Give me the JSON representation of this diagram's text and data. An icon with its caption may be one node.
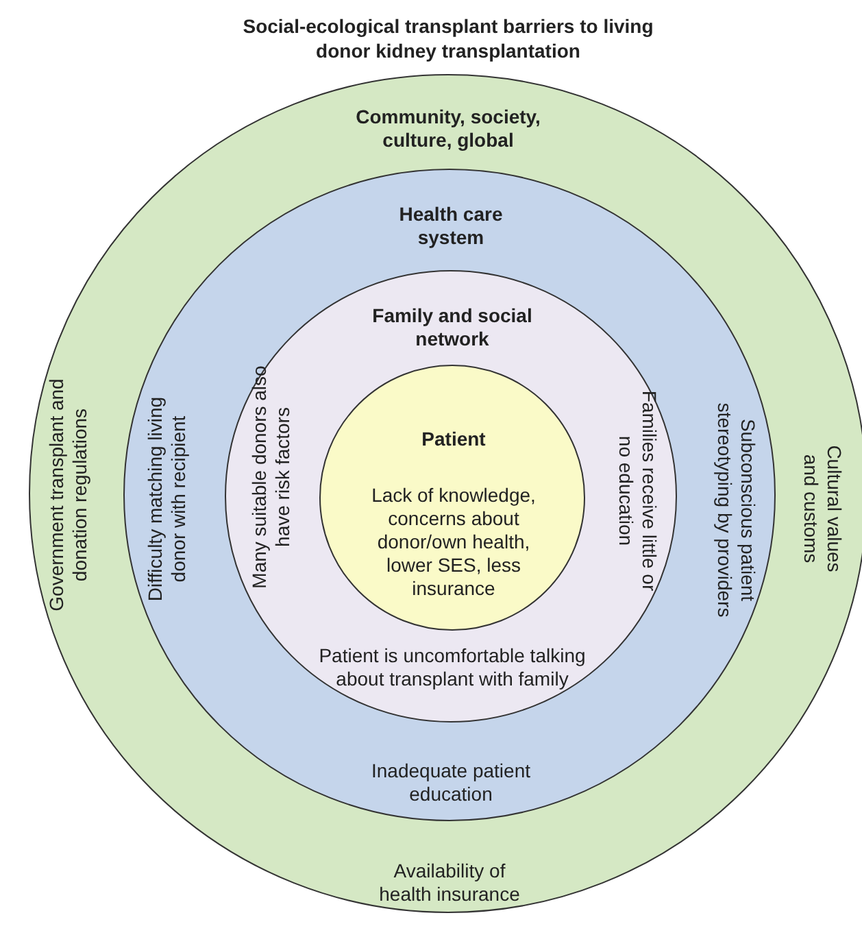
{
  "diagram": {
    "title": "Social-ecological transplant barriers to living donor kidney transplantation",
    "nodes": [
      {
        "text": [
          "Community, society, culture, global",
          "Government transplant and donation regulations",
          "Cultural values and customs",
          "Availability of health insurance"
        ]
      },
      {
        "text": [
          "Health care system",
          "Difficulty matching living donor with recipient",
          "Subconscious patient stereotyping by providers",
          "Inadequate patient education"
        ],
        "in": 0
      },
      {
        "text": [
          "Family and social network",
          "Many suitable donors also have risk factors",
          "Families receive little or no education",
          "Patient is uncomfortable talking about transplant with family"
        ],
        "in": 1
      },
      {
        "text": [
          "Patient",
          "Lack of knowledge, concerns about donor/own health, lower SES, less insurance"
        ],
        "in": 2
      }
    ]
  }
}
